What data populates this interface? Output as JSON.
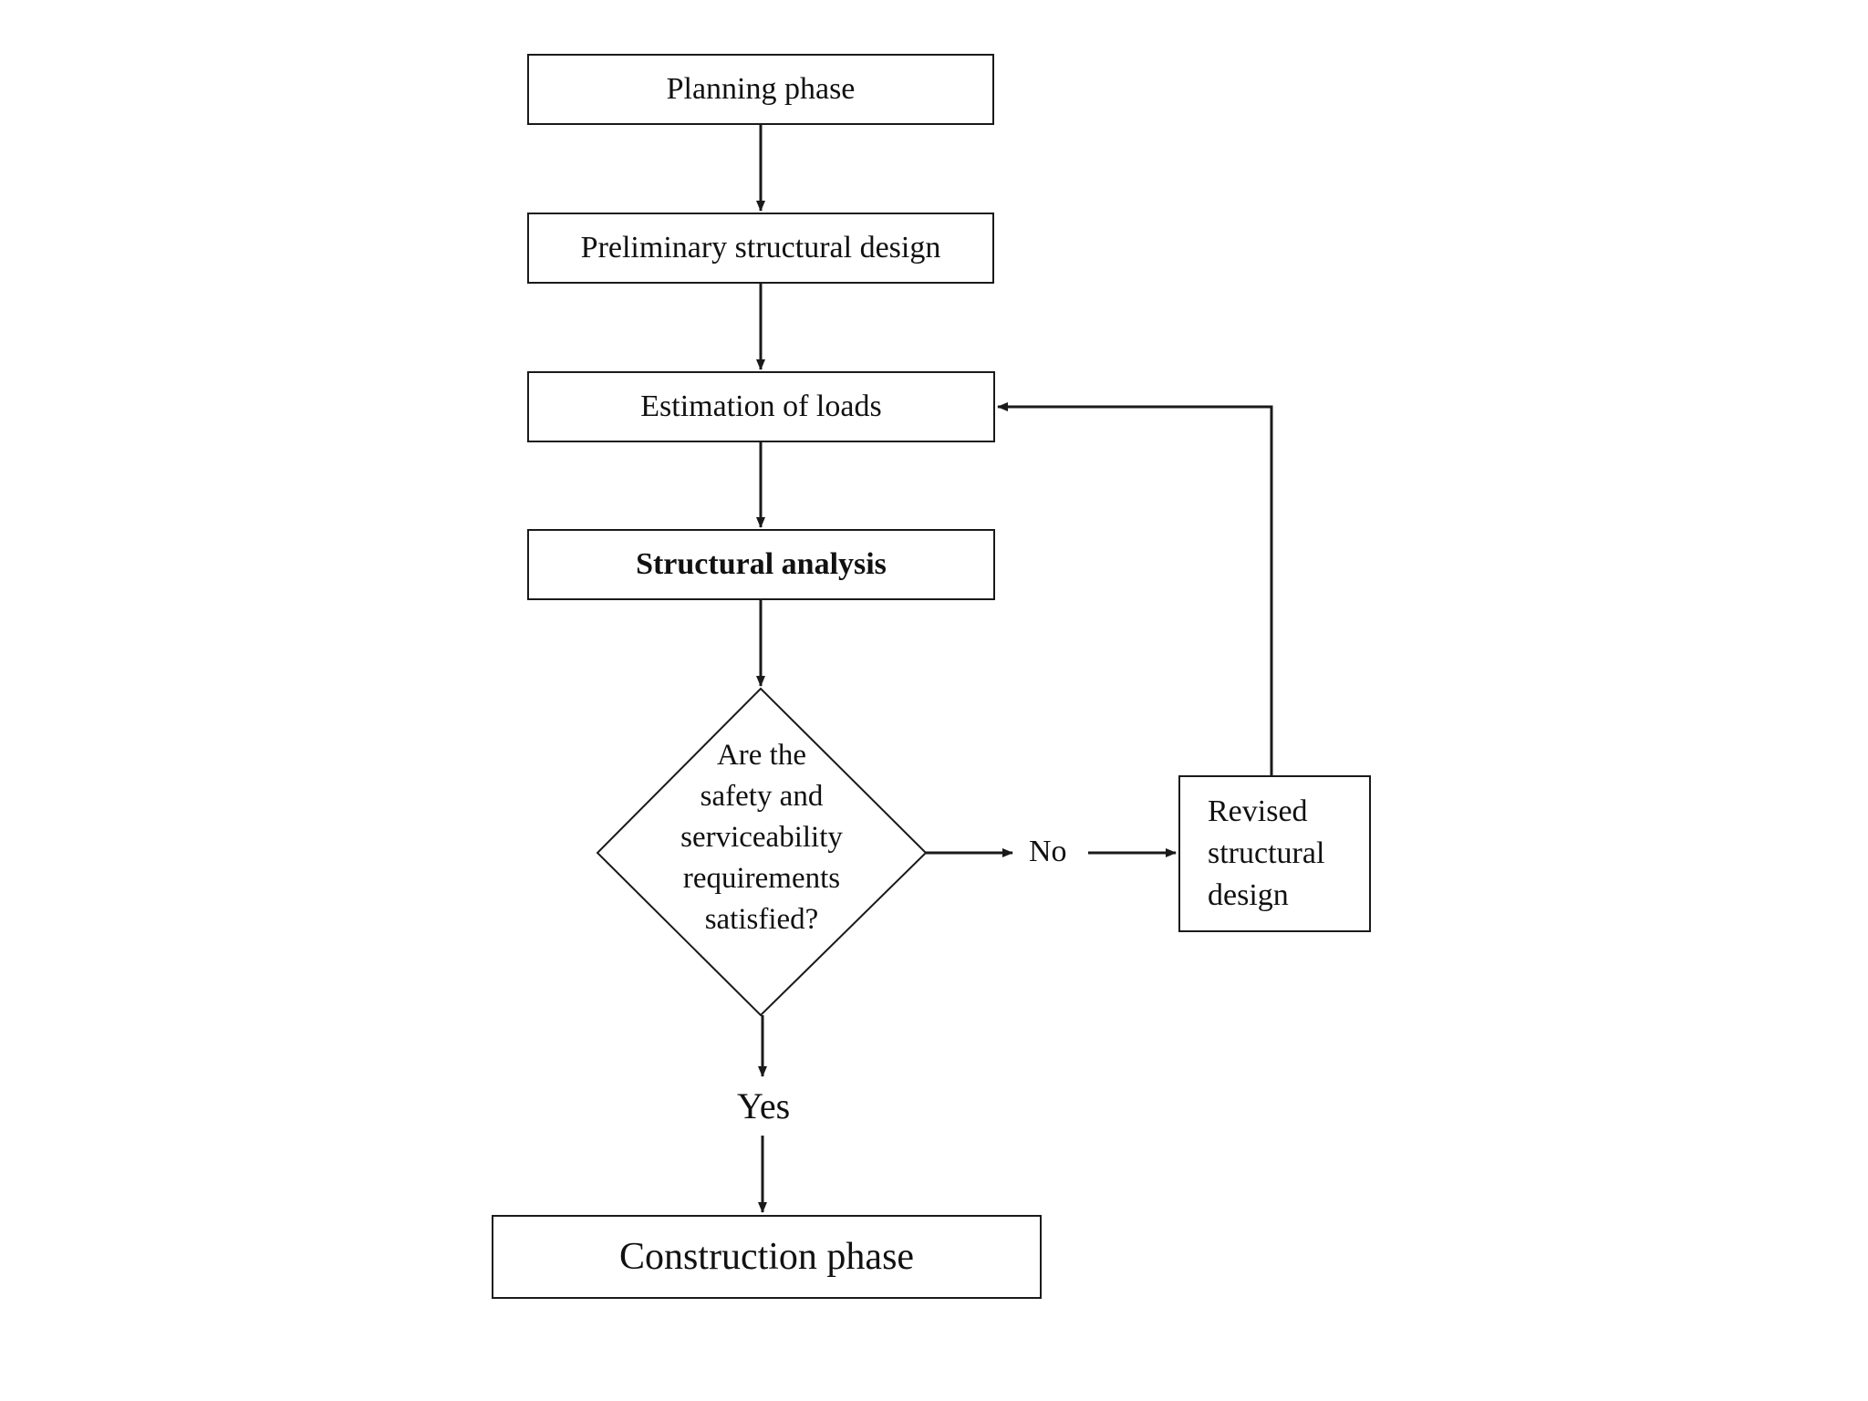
{
  "nodes": {
    "planning": "Planning phase",
    "preliminary": "Preliminary structural design",
    "loads": "Estimation of loads",
    "analysis": "Structural analysis",
    "decision": [
      "Are the",
      "safety and",
      "serviceability",
      "requirements",
      "satisfied?"
    ],
    "revised": [
      "Revised",
      "structural",
      "design"
    ],
    "construction": "Construction phase"
  },
  "edges": {
    "no_label": "No",
    "yes_label": "Yes"
  },
  "colors": {
    "stroke": "#1a1a1a",
    "background": "#ffffff",
    "text": "#111111"
  }
}
